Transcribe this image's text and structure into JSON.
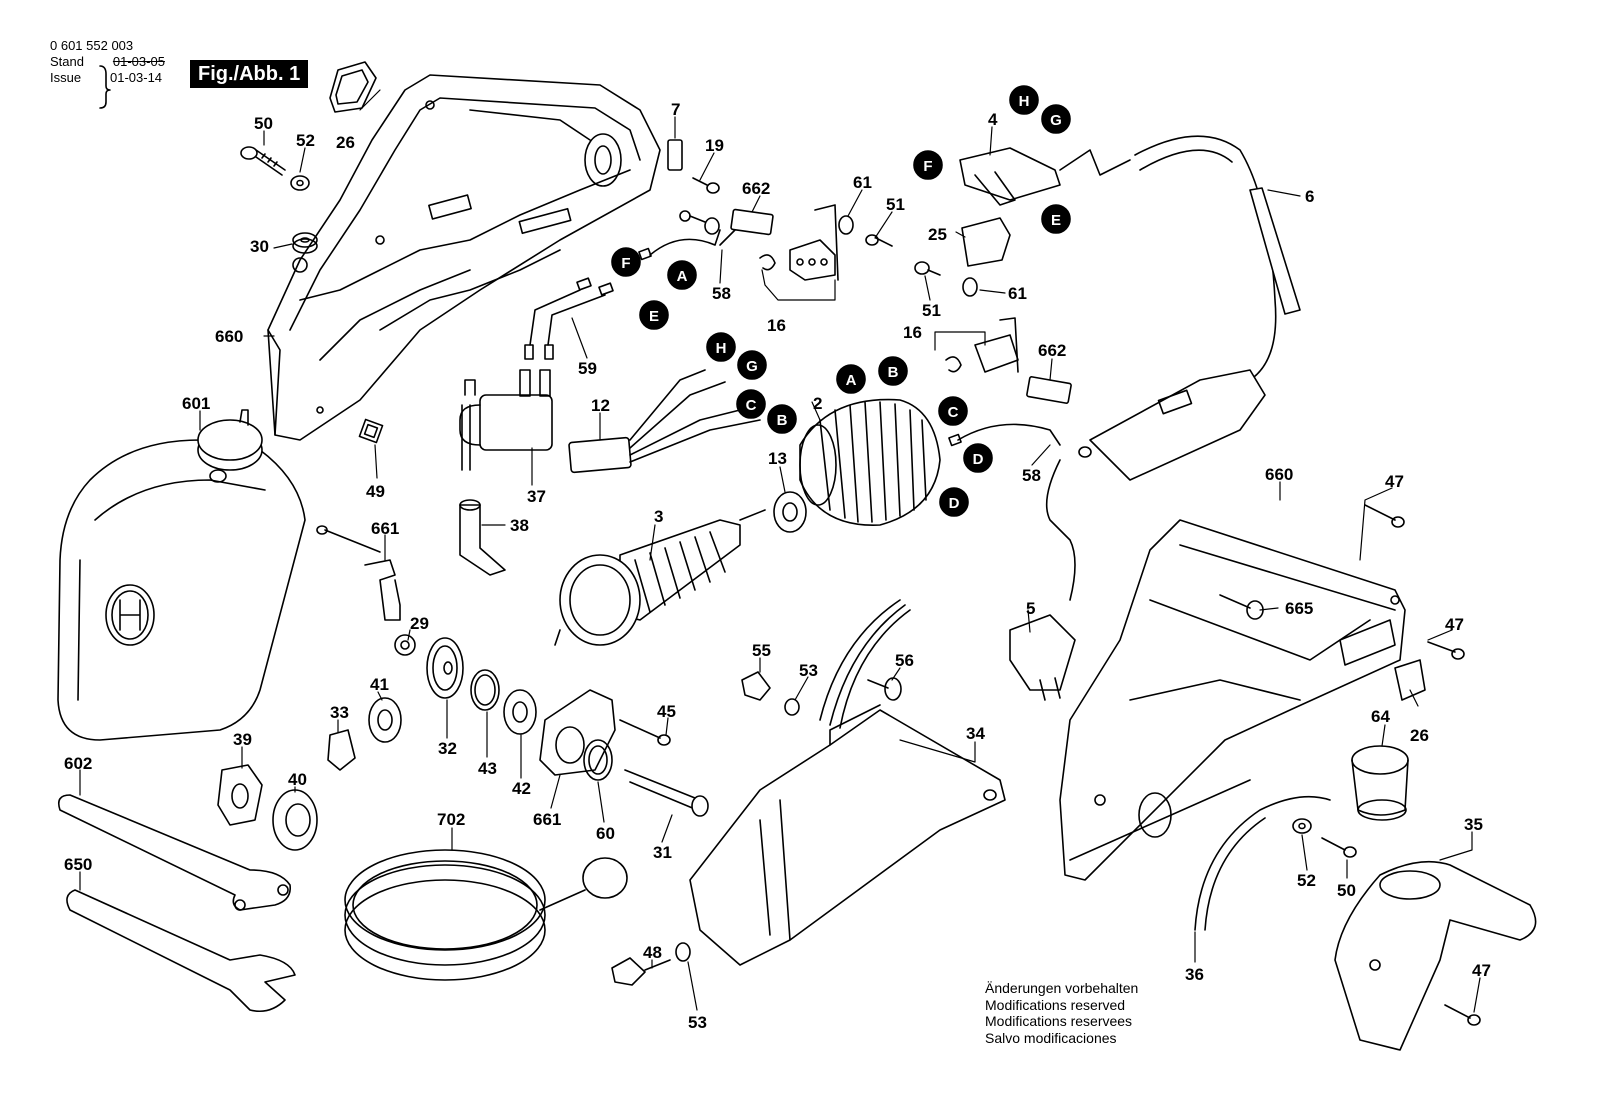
{
  "header": {
    "doc_number": "0 601 552 003",
    "stand_label": "Stand",
    "issue_label": "Issue",
    "stand_date": "01-03-05",
    "issue_date": "01-03-14",
    "figure_label": "Fig./Abb. 1"
  },
  "notice": {
    "de": "Änderungen vorbehalten",
    "en": "Modifications reserved",
    "fr": "Modifications reservees",
    "es": "Salvo modificaciones"
  },
  "part_labels": [
    {
      "id": "p50a",
      "text": "50"
    },
    {
      "id": "p52a",
      "text": "52"
    },
    {
      "id": "p26a",
      "text": "26"
    },
    {
      "id": "p30",
      "text": "30"
    },
    {
      "id": "p660a",
      "text": "660"
    },
    {
      "id": "p601",
      "text": "601"
    },
    {
      "id": "p49",
      "text": "49"
    },
    {
      "id": "p7",
      "text": "7"
    },
    {
      "id": "p19",
      "text": "19"
    },
    {
      "id": "p662a",
      "text": "662"
    },
    {
      "id": "p61a",
      "text": "61"
    },
    {
      "id": "p51a",
      "text": "51"
    },
    {
      "id": "p58a",
      "text": "58"
    },
    {
      "id": "p16a",
      "text": "16"
    },
    {
      "id": "p59",
      "text": "59"
    },
    {
      "id": "p37",
      "text": "37"
    },
    {
      "id": "p38",
      "text": "38"
    },
    {
      "id": "p12",
      "text": "12"
    },
    {
      "id": "p2",
      "text": "2"
    },
    {
      "id": "p13",
      "text": "13"
    },
    {
      "id": "p3",
      "text": "3"
    },
    {
      "id": "p4",
      "text": "4"
    },
    {
      "id": "p25",
      "text": "25"
    },
    {
      "id": "p6",
      "text": "6"
    },
    {
      "id": "p51b",
      "text": "51"
    },
    {
      "id": "p61b",
      "text": "61"
    },
    {
      "id": "p16b",
      "text": "16"
    },
    {
      "id": "p662b",
      "text": "662"
    },
    {
      "id": "p58b",
      "text": "58"
    },
    {
      "id": "p660b",
      "text": "660"
    },
    {
      "id": "p47a",
      "text": "47"
    },
    {
      "id": "p665",
      "text": "665"
    },
    {
      "id": "p47b",
      "text": "47"
    },
    {
      "id": "p5",
      "text": "5"
    },
    {
      "id": "p661a",
      "text": "661"
    },
    {
      "id": "p29",
      "text": "29"
    },
    {
      "id": "p41",
      "text": "41"
    },
    {
      "id": "p33",
      "text": "33"
    },
    {
      "id": "p32",
      "text": "32"
    },
    {
      "id": "p43",
      "text": "43"
    },
    {
      "id": "p42",
      "text": "42"
    },
    {
      "id": "p45",
      "text": "45"
    },
    {
      "id": "p661b",
      "text": "661"
    },
    {
      "id": "p60",
      "text": "60"
    },
    {
      "id": "p31",
      "text": "31"
    },
    {
      "id": "p39",
      "text": "39"
    },
    {
      "id": "p40",
      "text": "40"
    },
    {
      "id": "p602",
      "text": "602"
    },
    {
      "id": "p650",
      "text": "650"
    },
    {
      "id": "p702",
      "text": "702"
    },
    {
      "id": "p55",
      "text": "55"
    },
    {
      "id": "p53a",
      "text": "53"
    },
    {
      "id": "p56",
      "text": "56"
    },
    {
      "id": "p34",
      "text": "34"
    },
    {
      "id": "p48",
      "text": "48"
    },
    {
      "id": "p53b",
      "text": "53"
    },
    {
      "id": "p64",
      "text": "64"
    },
    {
      "id": "p26b",
      "text": "26"
    },
    {
      "id": "p35",
      "text": "35"
    },
    {
      "id": "p52b",
      "text": "52"
    },
    {
      "id": "p50b",
      "text": "50"
    },
    {
      "id": "p36",
      "text": "36"
    },
    {
      "id": "p47c",
      "text": "47"
    }
  ],
  "connector_letters": [
    {
      "id": "cH1",
      "text": "H"
    },
    {
      "id": "cG1",
      "text": "G"
    },
    {
      "id": "cF1",
      "text": "F"
    },
    {
      "id": "cE1",
      "text": "E"
    },
    {
      "id": "cF2",
      "text": "F"
    },
    {
      "id": "cA1",
      "text": "A"
    },
    {
      "id": "cE2",
      "text": "E"
    },
    {
      "id": "cH2",
      "text": "H"
    },
    {
      "id": "cG2",
      "text": "G"
    },
    {
      "id": "cC1",
      "text": "C"
    },
    {
      "id": "cB1",
      "text": "B"
    },
    {
      "id": "cA2",
      "text": "A"
    },
    {
      "id": "cB2",
      "text": "B"
    },
    {
      "id": "cC2",
      "text": "C"
    },
    {
      "id": "cD1",
      "text": "D"
    },
    {
      "id": "cD2",
      "text": "D"
    }
  ],
  "logo": {
    "icon": "bosch-armature-logo"
  }
}
